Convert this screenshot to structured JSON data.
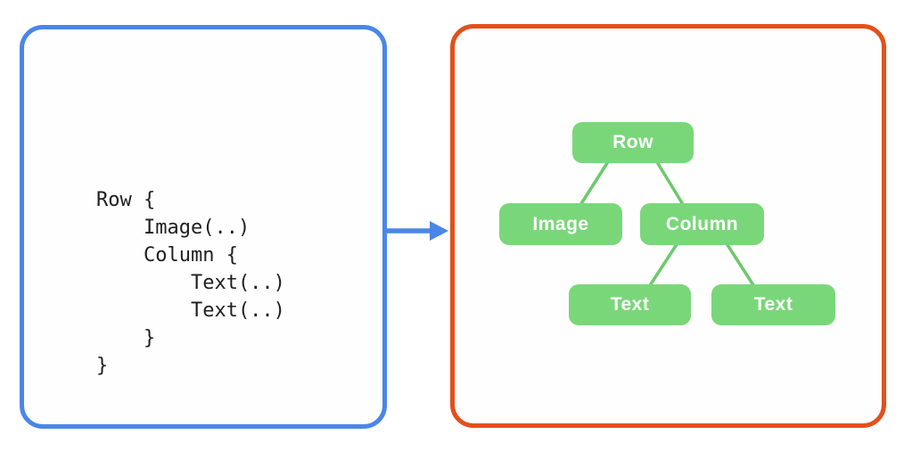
{
  "colors": {
    "left_panel_border": "#4a86e8",
    "right_panel_border": "#e3501a",
    "node_fill": "#79d779",
    "edge_line": "#6cc96c",
    "arrow": "#4a86e8",
    "code_text": "#1f1f1f",
    "node_text": "#ffffff"
  },
  "code_panel": {
    "code_lines": [
      "Row {",
      "    Image(..)",
      "    Column {",
      "        Text(..)",
      "        Text(..)",
      "    }",
      "}"
    ]
  },
  "tree_panel": {
    "nodes": [
      {
        "id": "row",
        "label": "Row"
      },
      {
        "id": "image",
        "label": "Image"
      },
      {
        "id": "column",
        "label": "Column"
      },
      {
        "id": "text1",
        "label": "Text"
      },
      {
        "id": "text2",
        "label": "Text"
      }
    ],
    "edges": [
      [
        "row",
        "image"
      ],
      [
        "row",
        "column"
      ],
      [
        "column",
        "text1"
      ],
      [
        "column",
        "text2"
      ]
    ]
  }
}
